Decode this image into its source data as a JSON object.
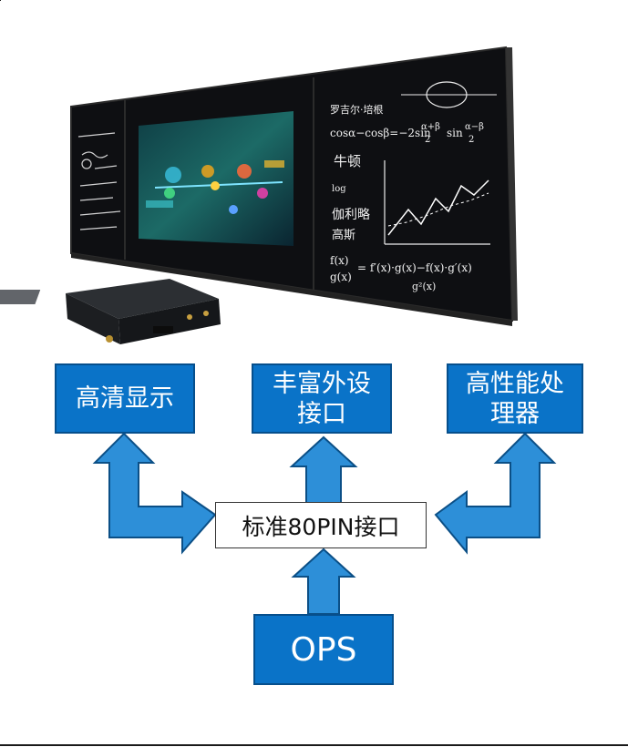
{
  "nodes": {
    "top_left": "高清显示",
    "top_mid_line1": "丰富外设",
    "top_mid_line2": "接口",
    "top_right_line1": "高性能处",
    "top_right_line2": "理器",
    "center": "标准80PIN接口",
    "bottom": "OPS"
  },
  "colors": {
    "node_fill": "#0a73c8",
    "arrow_fill": "#2d8fd8",
    "board": "#121417"
  }
}
